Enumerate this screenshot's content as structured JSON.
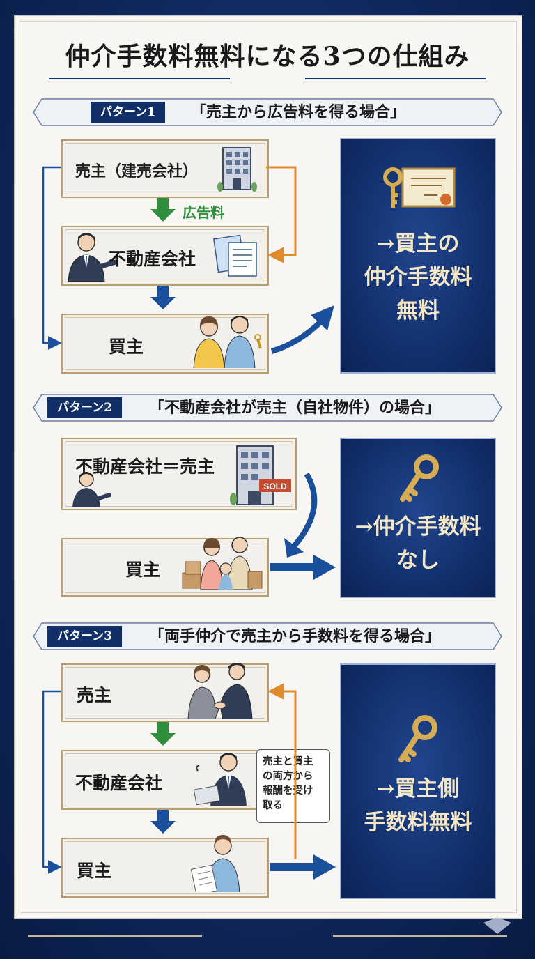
{
  "title": "仲介手数料無料になる3つの仕組み",
  "patterns": [
    {
      "tag": "パターン1",
      "banner": "「売主から広告料を得る場合」",
      "seller_label": "売主（建売会社）",
      "flow_label": "広告料",
      "agent_label": "不動産会社",
      "buyer_label": "買主",
      "result_lines": [
        "→買主の",
        "仲介手数料",
        "無料"
      ]
    },
    {
      "tag": "パターン2",
      "banner": "「不動産会社が売主（自社物件）の場合」",
      "seller_label": "不動産会社＝売主",
      "sign": "SOLD",
      "buyer_label": "買主",
      "result_lines": [
        "→仲介手数料",
        "なし"
      ]
    },
    {
      "tag": "パターン3",
      "banner": "「両手仲介で売主から手数料を得る場合」",
      "seller_label": "売主",
      "agent_label": "不動産会社",
      "buyer_label": "買主",
      "note_lines": [
        "売主と買主",
        "の両方から",
        "報酬を受け",
        "取る"
      ],
      "result_lines": [
        "→買主側",
        "手数料無料"
      ]
    }
  ],
  "colors": {
    "navy": "#12306d",
    "gold_text": "#f3e7c8",
    "green_arrow": "#2f8f3c",
    "blue_arrow": "#1a4f9c",
    "orange_line": "#e08a2c",
    "frame_gold": "#b79e74"
  },
  "icons": [
    "building-icon",
    "key-icon",
    "certificate-icon",
    "handshake-icon",
    "document-icon",
    "family-icon",
    "businessman-icon"
  ]
}
